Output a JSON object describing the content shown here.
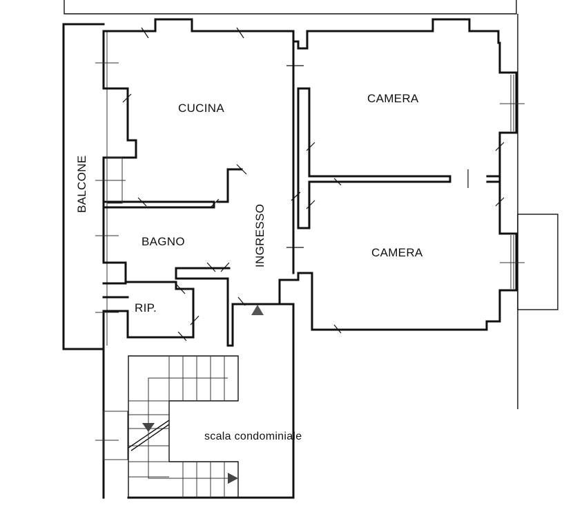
{
  "rooms": {
    "cucina": "CUCINA",
    "camera_top": "CAMERA",
    "camera_bottom": "CAMERA",
    "bagno": "BAGNO",
    "ripostiglio": "RIP.",
    "ingresso": "INGRESSO",
    "balcone": "BALCONE",
    "scala": "scala condominiale"
  },
  "colors": {
    "wall": "#111111",
    "background": "#ffffff"
  }
}
